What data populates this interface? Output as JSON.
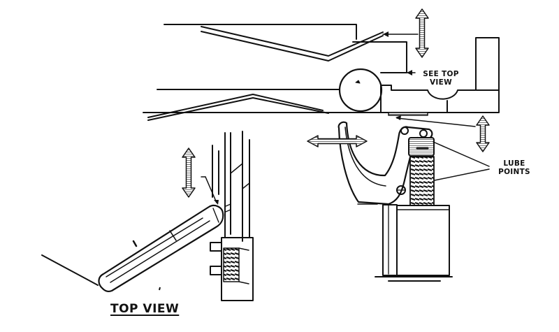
{
  "labels": {
    "see_top_view": [
      "SEE TOP",
      "VIEW"
    ],
    "lube_points": [
      "LUBE",
      "POINTS"
    ],
    "top_view": "TOP VIEW"
  },
  "icons": [
    "vertical-double-arrow",
    "horizontal-double-arrow"
  ],
  "colors": {
    "ink": "#111111",
    "paper": "#ffffff",
    "hatch": "#666666"
  }
}
